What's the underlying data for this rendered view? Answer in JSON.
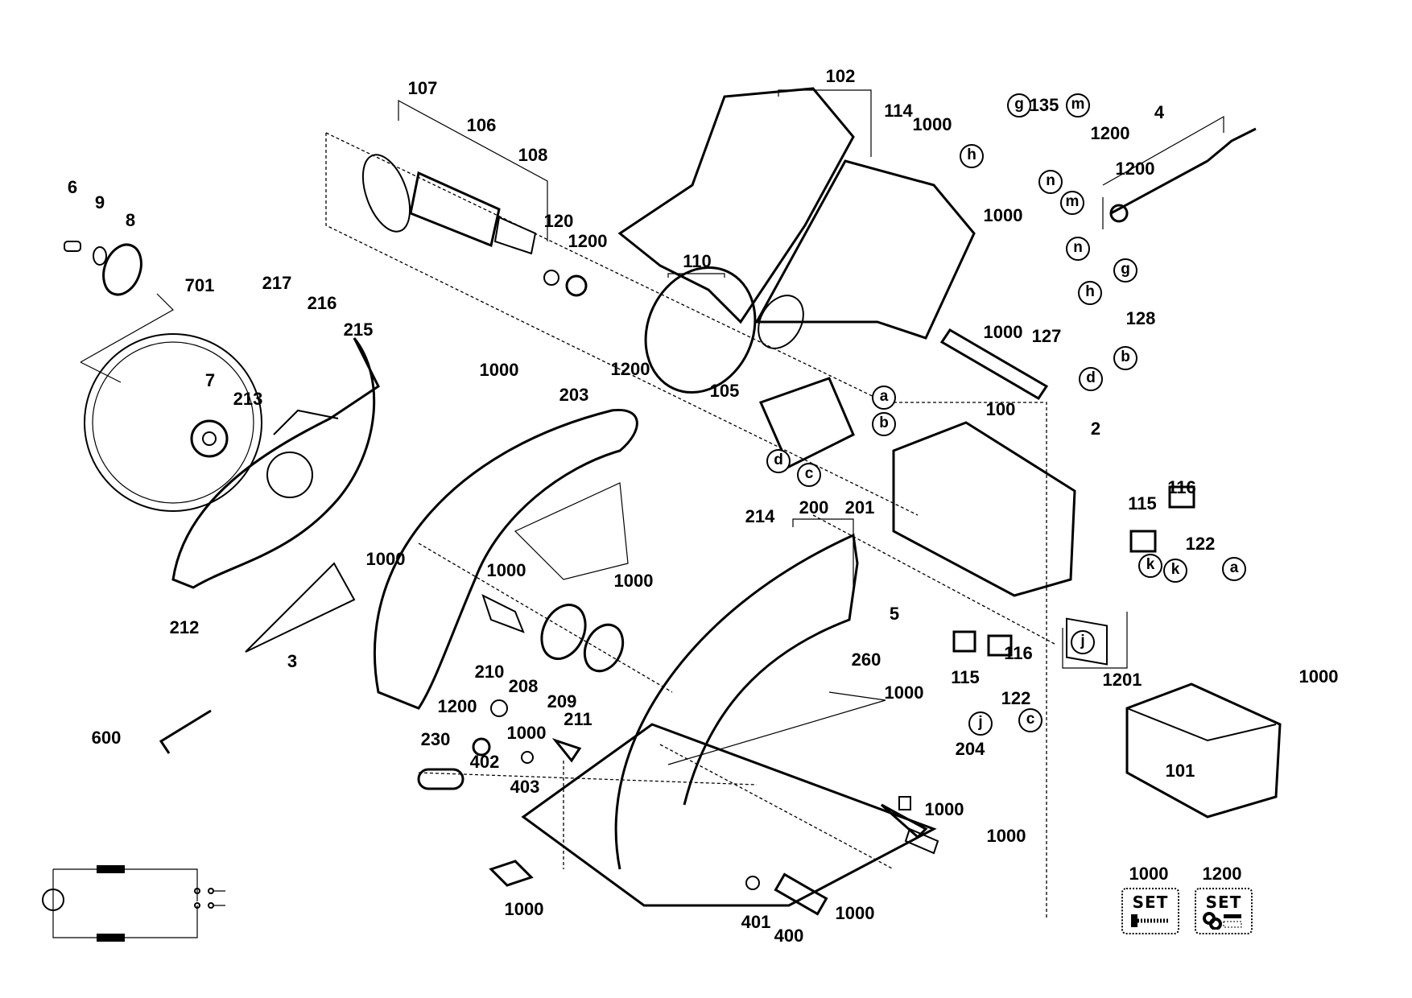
{
  "diagram": {
    "title": "Circular saw exploded parts diagram",
    "part_labels": [
      {
        "id": "107",
        "text": "107"
      },
      {
        "id": "106",
        "text": "106"
      },
      {
        "id": "108",
        "text": "108"
      },
      {
        "id": "120",
        "text": "120"
      },
      {
        "id": "1200_a",
        "text": "1200"
      },
      {
        "id": "110",
        "text": "110"
      },
      {
        "id": "102",
        "text": "102"
      },
      {
        "id": "114",
        "text": "114"
      },
      {
        "id": "1000_a",
        "text": "1000"
      },
      {
        "id": "135",
        "text": "135"
      },
      {
        "id": "1200_b",
        "text": "1200"
      },
      {
        "id": "4",
        "text": "4"
      },
      {
        "id": "1200_c",
        "text": "1200"
      },
      {
        "id": "1000_b",
        "text": "1000"
      },
      {
        "id": "1000_c",
        "text": "1000"
      },
      {
        "id": "127",
        "text": "127"
      },
      {
        "id": "128",
        "text": "128"
      },
      {
        "id": "6",
        "text": "6"
      },
      {
        "id": "9",
        "text": "9"
      },
      {
        "id": "8",
        "text": "8"
      },
      {
        "id": "701",
        "text": "701"
      },
      {
        "id": "217",
        "text": "217"
      },
      {
        "id": "216",
        "text": "216"
      },
      {
        "id": "215",
        "text": "215"
      },
      {
        "id": "7",
        "text": "7"
      },
      {
        "id": "213",
        "text": "213"
      },
      {
        "id": "1000_d",
        "text": "1000"
      },
      {
        "id": "203",
        "text": "203"
      },
      {
        "id": "1200_d",
        "text": "1200"
      },
      {
        "id": "105",
        "text": "105"
      },
      {
        "id": "100",
        "text": "100"
      },
      {
        "id": "2",
        "text": "2"
      },
      {
        "id": "116_a",
        "text": "116"
      },
      {
        "id": "115_a",
        "text": "115"
      },
      {
        "id": "122_a",
        "text": "122"
      },
      {
        "id": "1000_e",
        "text": "1000"
      },
      {
        "id": "214",
        "text": "214"
      },
      {
        "id": "200",
        "text": "200"
      },
      {
        "id": "201",
        "text": "201"
      },
      {
        "id": "1000_f",
        "text": "1000"
      },
      {
        "id": "1000_g",
        "text": "1000"
      },
      {
        "id": "212",
        "text": "212"
      },
      {
        "id": "3",
        "text": "3"
      },
      {
        "id": "5",
        "text": "5"
      },
      {
        "id": "260",
        "text": "260"
      },
      {
        "id": "1000_h",
        "text": "1000"
      },
      {
        "id": "116_b",
        "text": "116"
      },
      {
        "id": "115_b",
        "text": "115"
      },
      {
        "id": "122_b",
        "text": "122"
      },
      {
        "id": "1201",
        "text": "1201"
      },
      {
        "id": "210",
        "text": "210"
      },
      {
        "id": "208",
        "text": "208"
      },
      {
        "id": "209",
        "text": "209"
      },
      {
        "id": "211",
        "text": "211"
      },
      {
        "id": "1200_e",
        "text": "1200"
      },
      {
        "id": "1000_i",
        "text": "1000"
      },
      {
        "id": "402",
        "text": "402"
      },
      {
        "id": "230",
        "text": "230"
      },
      {
        "id": "403",
        "text": "403"
      },
      {
        "id": "600",
        "text": "600"
      },
      {
        "id": "204",
        "text": "204"
      },
      {
        "id": "1000_j",
        "text": "1000"
      },
      {
        "id": "1000_k",
        "text": "1000"
      },
      {
        "id": "1000_l",
        "text": "1000"
      },
      {
        "id": "101",
        "text": "101"
      },
      {
        "id": "1000_m",
        "text": "1000"
      },
      {
        "id": "401",
        "text": "401"
      },
      {
        "id": "400",
        "text": "400"
      },
      {
        "id": "1000_n",
        "text": "1000"
      }
    ],
    "connector_letters": [
      {
        "id": "g1",
        "text": "g"
      },
      {
        "id": "m1",
        "text": "m"
      },
      {
        "id": "h1",
        "text": "h"
      },
      {
        "id": "n1",
        "text": "n"
      },
      {
        "id": "m2",
        "text": "m"
      },
      {
        "id": "n2",
        "text": "n"
      },
      {
        "id": "g2",
        "text": "g"
      },
      {
        "id": "h2",
        "text": "h"
      },
      {
        "id": "d1",
        "text": "d"
      },
      {
        "id": "b1",
        "text": "b"
      },
      {
        "id": "a1",
        "text": "a"
      },
      {
        "id": "b2",
        "text": "b"
      },
      {
        "id": "d2",
        "text": "d"
      },
      {
        "id": "c1",
        "text": "c"
      },
      {
        "id": "k1",
        "text": "k"
      },
      {
        "id": "k2",
        "text": "k"
      },
      {
        "id": "a2",
        "text": "a"
      },
      {
        "id": "j1",
        "text": "j"
      },
      {
        "id": "j2",
        "text": "j"
      },
      {
        "id": "c2",
        "text": "c"
      }
    ],
    "legend": {
      "set_1000": {
        "number": "1000",
        "badge": "SET",
        "icon": "screw-set-icon"
      },
      "set_1200": {
        "number": "1200",
        "badge": "SET",
        "icon": "bearing-set-icon"
      }
    }
  }
}
